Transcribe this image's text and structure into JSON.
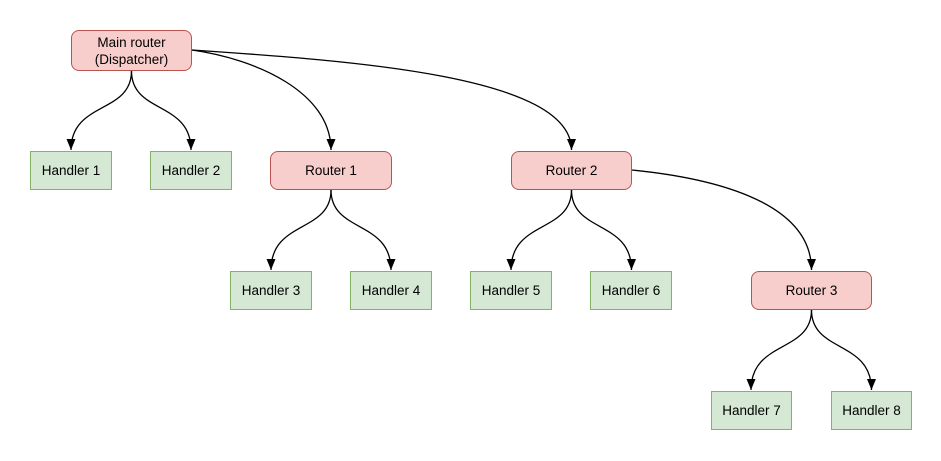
{
  "colors": {
    "router-fill": "#f8cecc",
    "router-stroke": "#b85450",
    "handler-fill": "#d5e8d4",
    "handler-stroke": "#82b366",
    "edge-stroke": "#000000",
    "background": "#ffffff"
  },
  "nodes": {
    "main": {
      "line1": "Main router",
      "line2": "(Dispatcher)"
    },
    "router1": {
      "label": "Router 1"
    },
    "router2": {
      "label": "Router 2"
    },
    "router3": {
      "label": "Router 3"
    },
    "handler1": {
      "label": "Handler 1"
    },
    "handler2": {
      "label": "Handler 2"
    },
    "handler3": {
      "label": "Handler 3"
    },
    "handler4": {
      "label": "Handler 4"
    },
    "handler5": {
      "label": "Handler 5"
    },
    "handler6": {
      "label": "Handler 6"
    },
    "handler7": {
      "label": "Handler 7"
    },
    "handler8": {
      "label": "Handler 8"
    }
  }
}
